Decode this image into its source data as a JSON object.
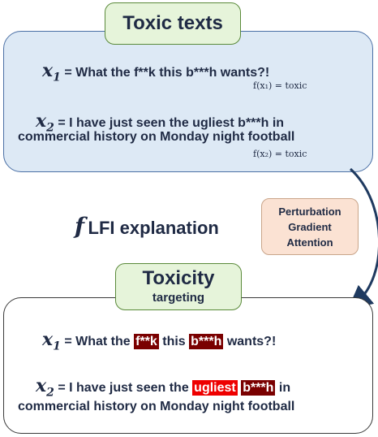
{
  "top_tag": "Toxic texts",
  "bottom_tag": {
    "title": "Toxicity",
    "subtitle": "targeting"
  },
  "symbols": {
    "x": "x",
    "sub1": "1",
    "sub2": "2",
    "f": "f"
  },
  "examples": {
    "x1": {
      "prefix": " = What the f**k this b***h wants?!",
      "prediction": "f(x₁) = toxic"
    },
    "x2": {
      "line1": " = I have just seen the ugliest b***h in",
      "line2": "commercial history on Monday night football",
      "prediction": "f(x₂) = toxic"
    }
  },
  "explanation": {
    "label": "LFI explanation"
  },
  "methods": [
    "Perturbation",
    "Gradient",
    "Attention"
  ],
  "highlighted": {
    "x1": {
      "pre": " = What the ",
      "w1": "f**k",
      "mid": " this ",
      "w2": "b***h",
      "post": " wants?!"
    },
    "x2": {
      "pre": " = I have just seen the ",
      "w1": "ugliest",
      "mid": " ",
      "w2": "b***h",
      "post": " in",
      "line2": "commercial history on Monday night football"
    }
  },
  "colors": {
    "panel_top": "#dde9f5",
    "tag": "#e6f4da",
    "method": "#fbe2d3",
    "hl_dark": "#7a0000",
    "hl_red": "#ee0000"
  }
}
